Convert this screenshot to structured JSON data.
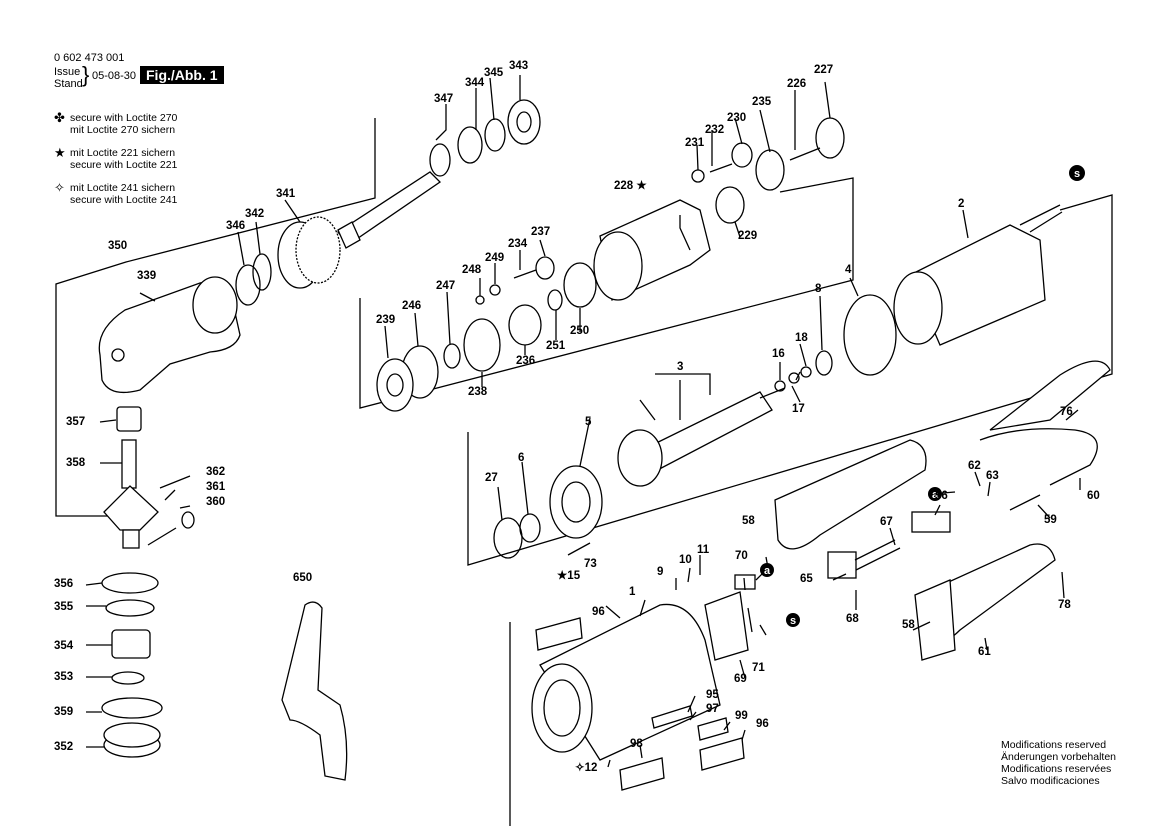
{
  "header": {
    "part_number": "0 602 473 001",
    "issue_label": "Issue",
    "stand_label": "Stand",
    "date": "05-08-30",
    "figure": "Fig./Abb. 1"
  },
  "legend": [
    {
      "icon": "loctite-270-clover-icon",
      "symbol": "✤",
      "line1": "secure with Loctite 270",
      "line2": "mit Loctite 270 sichern"
    },
    {
      "icon": "loctite-221-star-icon",
      "symbol": "★",
      "line1": "mit Loctite 221 sichern",
      "line2": "secure with Loctite 221"
    },
    {
      "icon": "loctite-241-star-outline-icon",
      "symbol": "✧",
      "line1": "mit Loctite 241 sichern",
      "line2": "secure with Loctite 241"
    }
  ],
  "notice": [
    "Modifications reserved",
    "Änderungen vorbehalten",
    "Modifications reservées",
    "Salvo modificaciones"
  ],
  "part_labels": [
    "343",
    "345",
    "344",
    "347",
    "341",
    "342",
    "346",
    "350",
    "339",
    "357",
    "358",
    "362",
    "361",
    "360",
    "356",
    "355",
    "354",
    "353",
    "359",
    "352",
    "650",
    "227",
    "226",
    "235",
    "230",
    "232",
    "231",
    "228 ★",
    "229",
    "237",
    "234",
    "249",
    "248",
    "247",
    "246",
    "239",
    "238",
    "236",
    "251",
    "250",
    "2",
    "4",
    "8",
    "18",
    "16",
    "17",
    "3",
    "5",
    "6",
    "27",
    "★15",
    "73",
    "76",
    "62",
    "63",
    "60",
    "56",
    "a",
    "59",
    "67",
    "65",
    "58",
    "78",
    "68",
    "61",
    "9",
    "10",
    "11",
    "70",
    "1",
    "96",
    "95",
    "97",
    "99",
    "98",
    "✧12",
    "71",
    "69"
  ],
  "connector_marks": [
    "s",
    "a",
    "a",
    "s"
  ]
}
